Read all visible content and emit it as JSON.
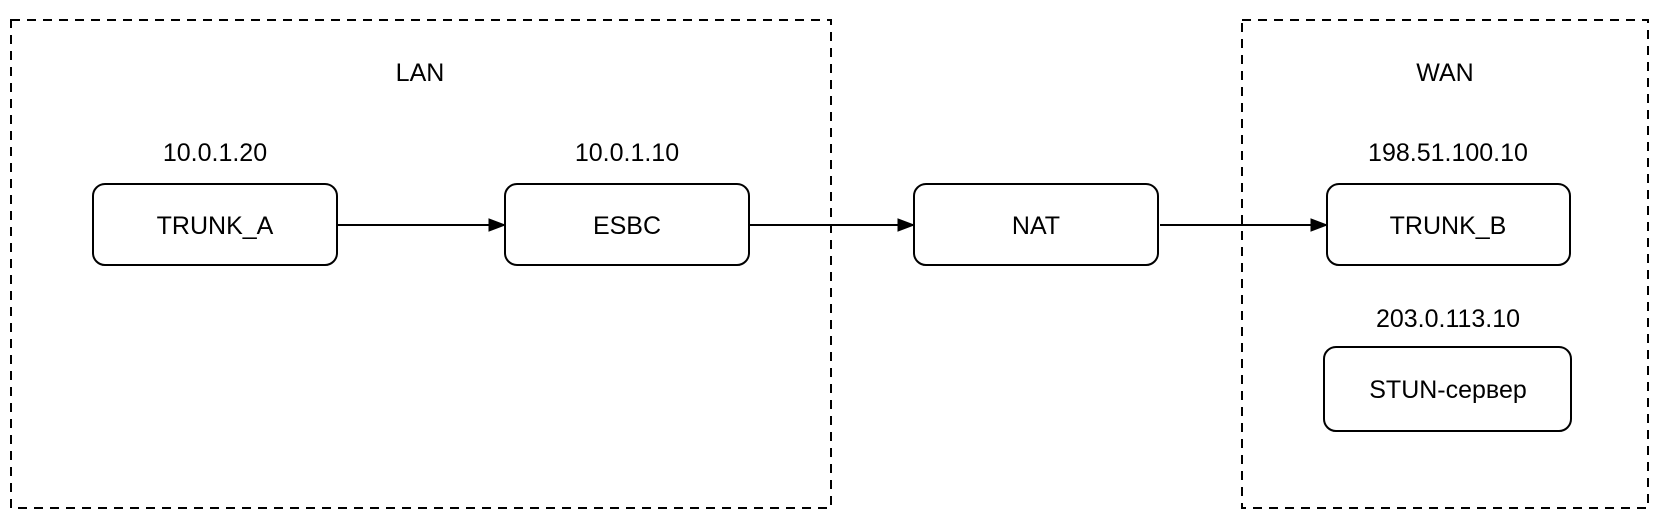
{
  "diagram": {
    "type": "network-topology",
    "groups": [
      {
        "id": "lan",
        "label": "LAN"
      },
      {
        "id": "wan",
        "label": "WAN"
      }
    ],
    "nodes": [
      {
        "id": "trunk_a",
        "label": "TRUNK_A",
        "ip": "10.0.1.20",
        "group": "lan"
      },
      {
        "id": "esbc",
        "label": "ESBC",
        "ip": "10.0.1.10",
        "group": "lan"
      },
      {
        "id": "nat",
        "label": "NAT",
        "ip": "",
        "group": "none"
      },
      {
        "id": "trunk_b",
        "label": "TRUNK_B",
        "ip": "198.51.100.10",
        "group": "wan"
      },
      {
        "id": "stun_server",
        "label": "STUN-сервер",
        "ip": "203.0.113.10",
        "group": "wan"
      }
    ],
    "edges": [
      {
        "from": "TRUNK_A",
        "to": "ESBC",
        "style": "solid-arrow"
      },
      {
        "from": "ESBC",
        "to": "NAT",
        "style": "solid-arrow"
      },
      {
        "from": "NAT",
        "to": "TRUNK_B",
        "style": "solid-arrow"
      }
    ],
    "colors": {
      "stroke": "#000000",
      "node_fill": "#ffffff",
      "text": "#000000",
      "background": "#ffffff"
    }
  }
}
